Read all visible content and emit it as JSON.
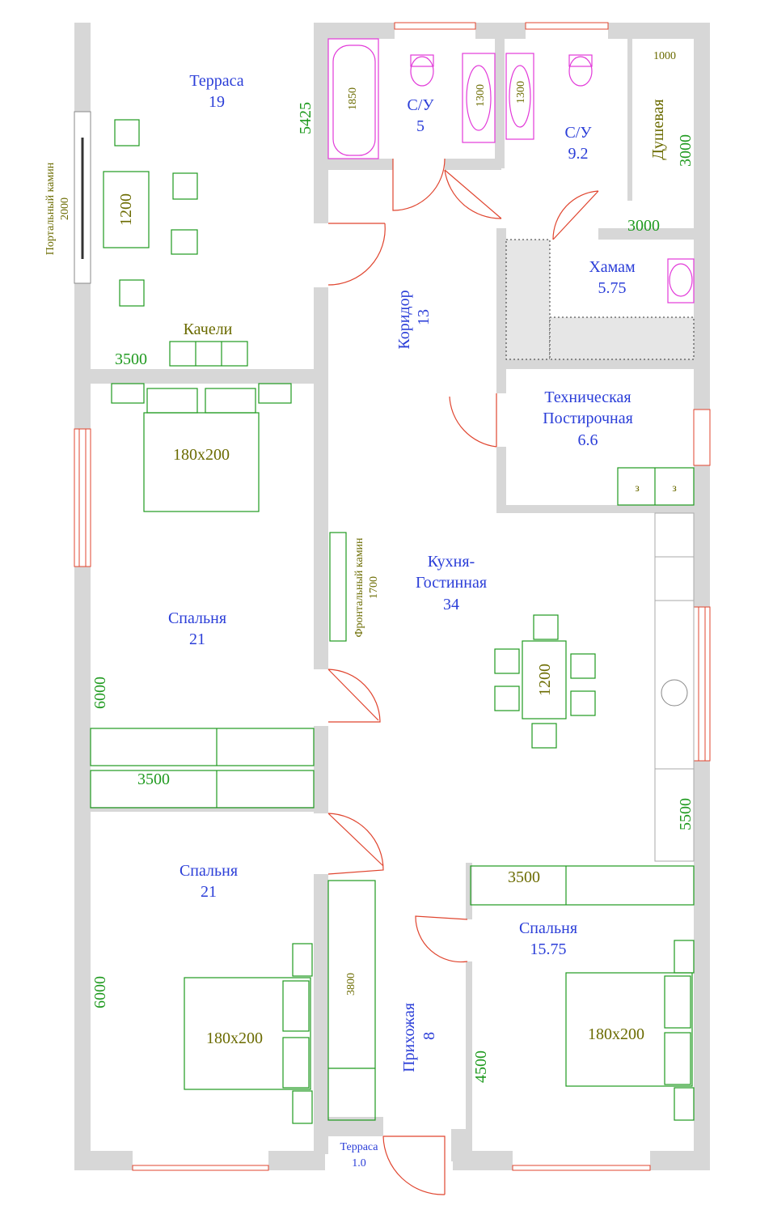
{
  "rooms": {
    "terrace": {
      "name": "Терраса",
      "area": "19"
    },
    "bath1": {
      "name": "С/У",
      "area": "5"
    },
    "bath2": {
      "name": "С/У",
      "area": "9.2"
    },
    "shower": {
      "name": "Душевая"
    },
    "hamam": {
      "name": "Хамам",
      "area": "5.75"
    },
    "corridor": {
      "name": "Коридор",
      "area": "13"
    },
    "technical": {
      "line1": "Техническая",
      "line2": "Постирочная",
      "area": "6.6"
    },
    "kitchen": {
      "line1": "Кухня-",
      "line2": "Гостинная",
      "area": "34"
    },
    "bedroom1": {
      "name": "Спальня",
      "area": "21"
    },
    "bedroom2": {
      "name": "Спальня",
      "area": "21"
    },
    "bedroom3": {
      "name": "Спальня",
      "area": "15.75"
    },
    "hall": {
      "name": "Прихожая",
      "area": "8"
    },
    "terrace_small": {
      "name": "Терраса",
      "area": "1.0"
    }
  },
  "dimensions": {
    "terrace_height": "5425",
    "bathtub": "1850",
    "basin1": "1300",
    "basin2": "1300",
    "shower_width": "1000",
    "shower_height": "3000",
    "bath2_width": "3000",
    "terrace_width": "3500",
    "bed1_height": "6000",
    "wardrobe_width": "3500",
    "bed2_height": "6000",
    "kitchen_height": "5500",
    "bed3_wardrobe": "3500",
    "bed3_height": "4500",
    "hall_closet": "3800"
  },
  "furniture": {
    "portal_fireplace": "Портальный камин",
    "portal_fireplace_size": "2000",
    "terrace_table": "1200",
    "swing": "Качели",
    "bed1": "180x200",
    "front_fireplace": "Фронтальный камин",
    "front_fireplace_size": "1700",
    "dining_table": "1200",
    "bed2": "180x200",
    "bed3": "180x200",
    "appliance1": "з",
    "appliance2": "з"
  }
}
